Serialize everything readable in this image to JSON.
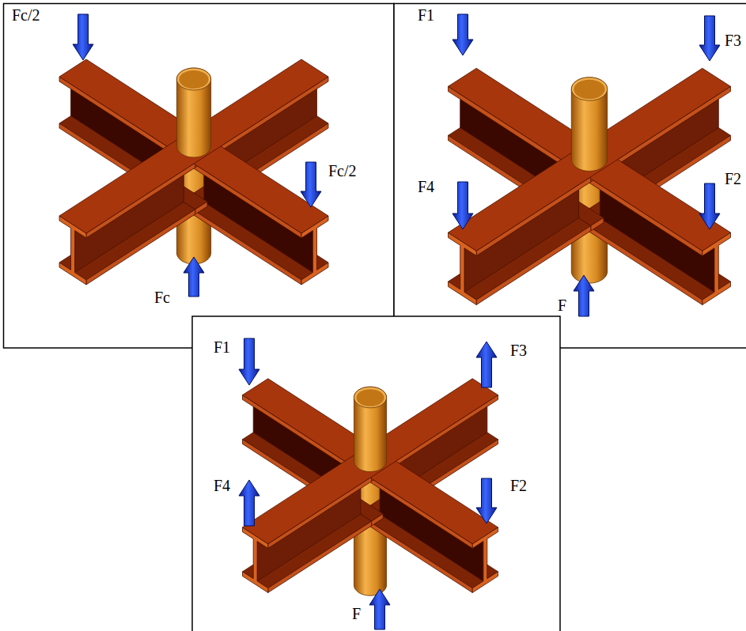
{
  "diagram": {
    "labels": [
      "Fc/2",
      "Fc/2",
      "Fc",
      "F1",
      "F3",
      "F4",
      "F2",
      "F",
      "F1",
      "F3",
      "F4",
      "F2",
      "F"
    ]
  }
}
